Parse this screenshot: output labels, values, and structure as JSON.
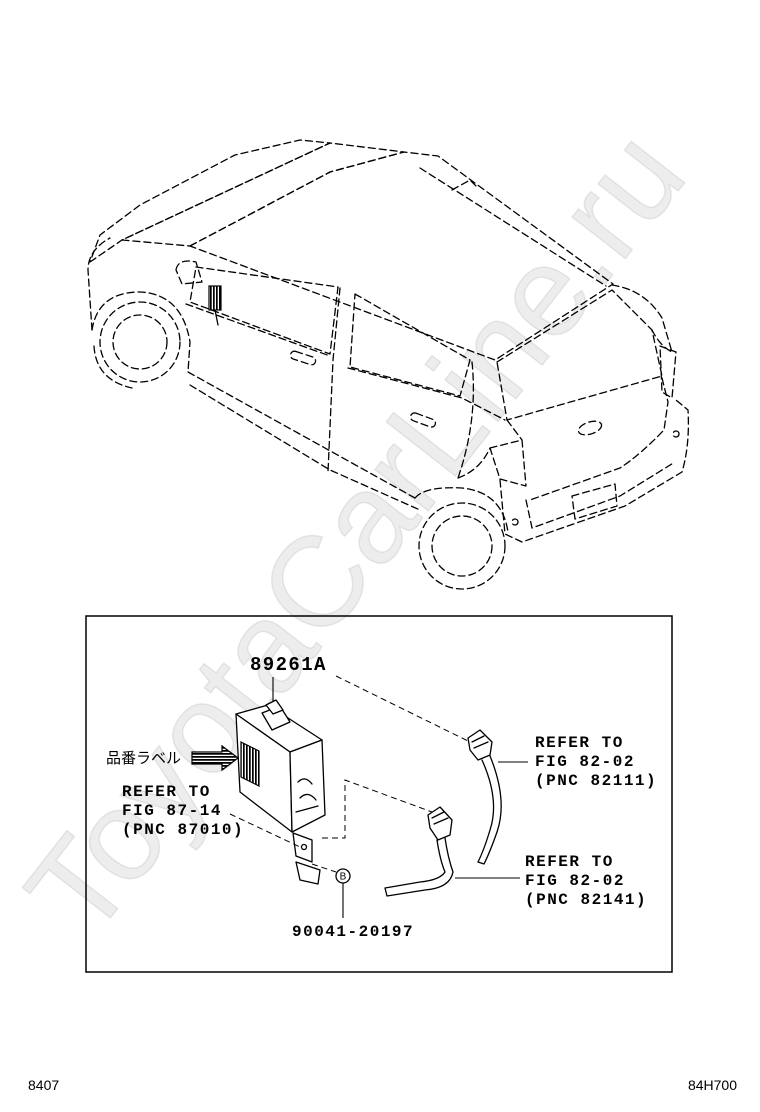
{
  "diagram": {
    "part_number": "89261A",
    "label_callout": "品番ラベル",
    "callout_letter": "B",
    "bolt_part_number": "90041-20197",
    "refer_blocks": [
      {
        "lines": [
          "REFER TO",
          "FIG 87-14",
          "(PNC 87010)"
        ]
      },
      {
        "lines": [
          "REFER TO",
          "FIG 82-02",
          "(PNC 82111)"
        ]
      },
      {
        "lines": [
          "REFER TO",
          "FIG 82-02",
          "(PNC 82141)"
        ]
      }
    ]
  },
  "footer": {
    "left_code": "8407",
    "right_code": "84H700"
  },
  "watermark": "ToyotaCarLine.ru",
  "colors": {
    "line": "#000000",
    "background": "#ffffff"
  }
}
